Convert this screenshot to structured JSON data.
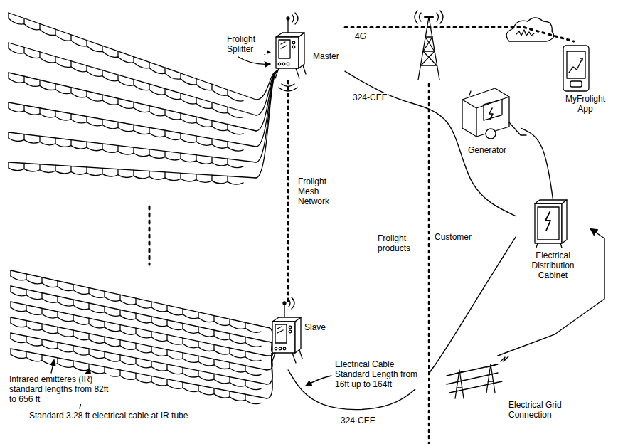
{
  "diagram": {
    "nodes": [
      {
        "text": [
          "Master"
        ]
      },
      {
        "text": [
          "Slave"
        ]
      },
      {
        "text": [
          "Generator"
        ]
      },
      {
        "text": [
          "MyFrolight App"
        ]
      },
      {
        "text": [
          "Electrical Distribution Cabinet"
        ]
      },
      {
        "text": [
          "Electrical Grid Connection"
        ]
      }
    ],
    "edges": [
      {
        "from": 0,
        "to": 3,
        "label": "4G",
        "arrow": "none"
      },
      {
        "from": 0,
        "to": 1,
        "label": "Frolight Mesh Network",
        "arrow": "none"
      },
      {
        "from": 0,
        "to": 4,
        "label": "324-CEE",
        "arrow": "none"
      },
      {
        "from": 1,
        "to": 4,
        "label": "324-CEE",
        "arrow": "none"
      },
      {
        "from": 2,
        "to": 4,
        "arrow": "none"
      },
      {
        "from": 5,
        "to": 4,
        "arrow": "to"
      }
    ],
    "labels": [
      "Frolight Splitter",
      "Frolight products",
      "Customer",
      "Infrared emitteres (IR) standard lengths from 82ft to 656 ft",
      "Standard 3.28 ft electrical cable at IR tube",
      "Electrical Cable Standard Length from 16ft up to 164ft"
    ]
  }
}
